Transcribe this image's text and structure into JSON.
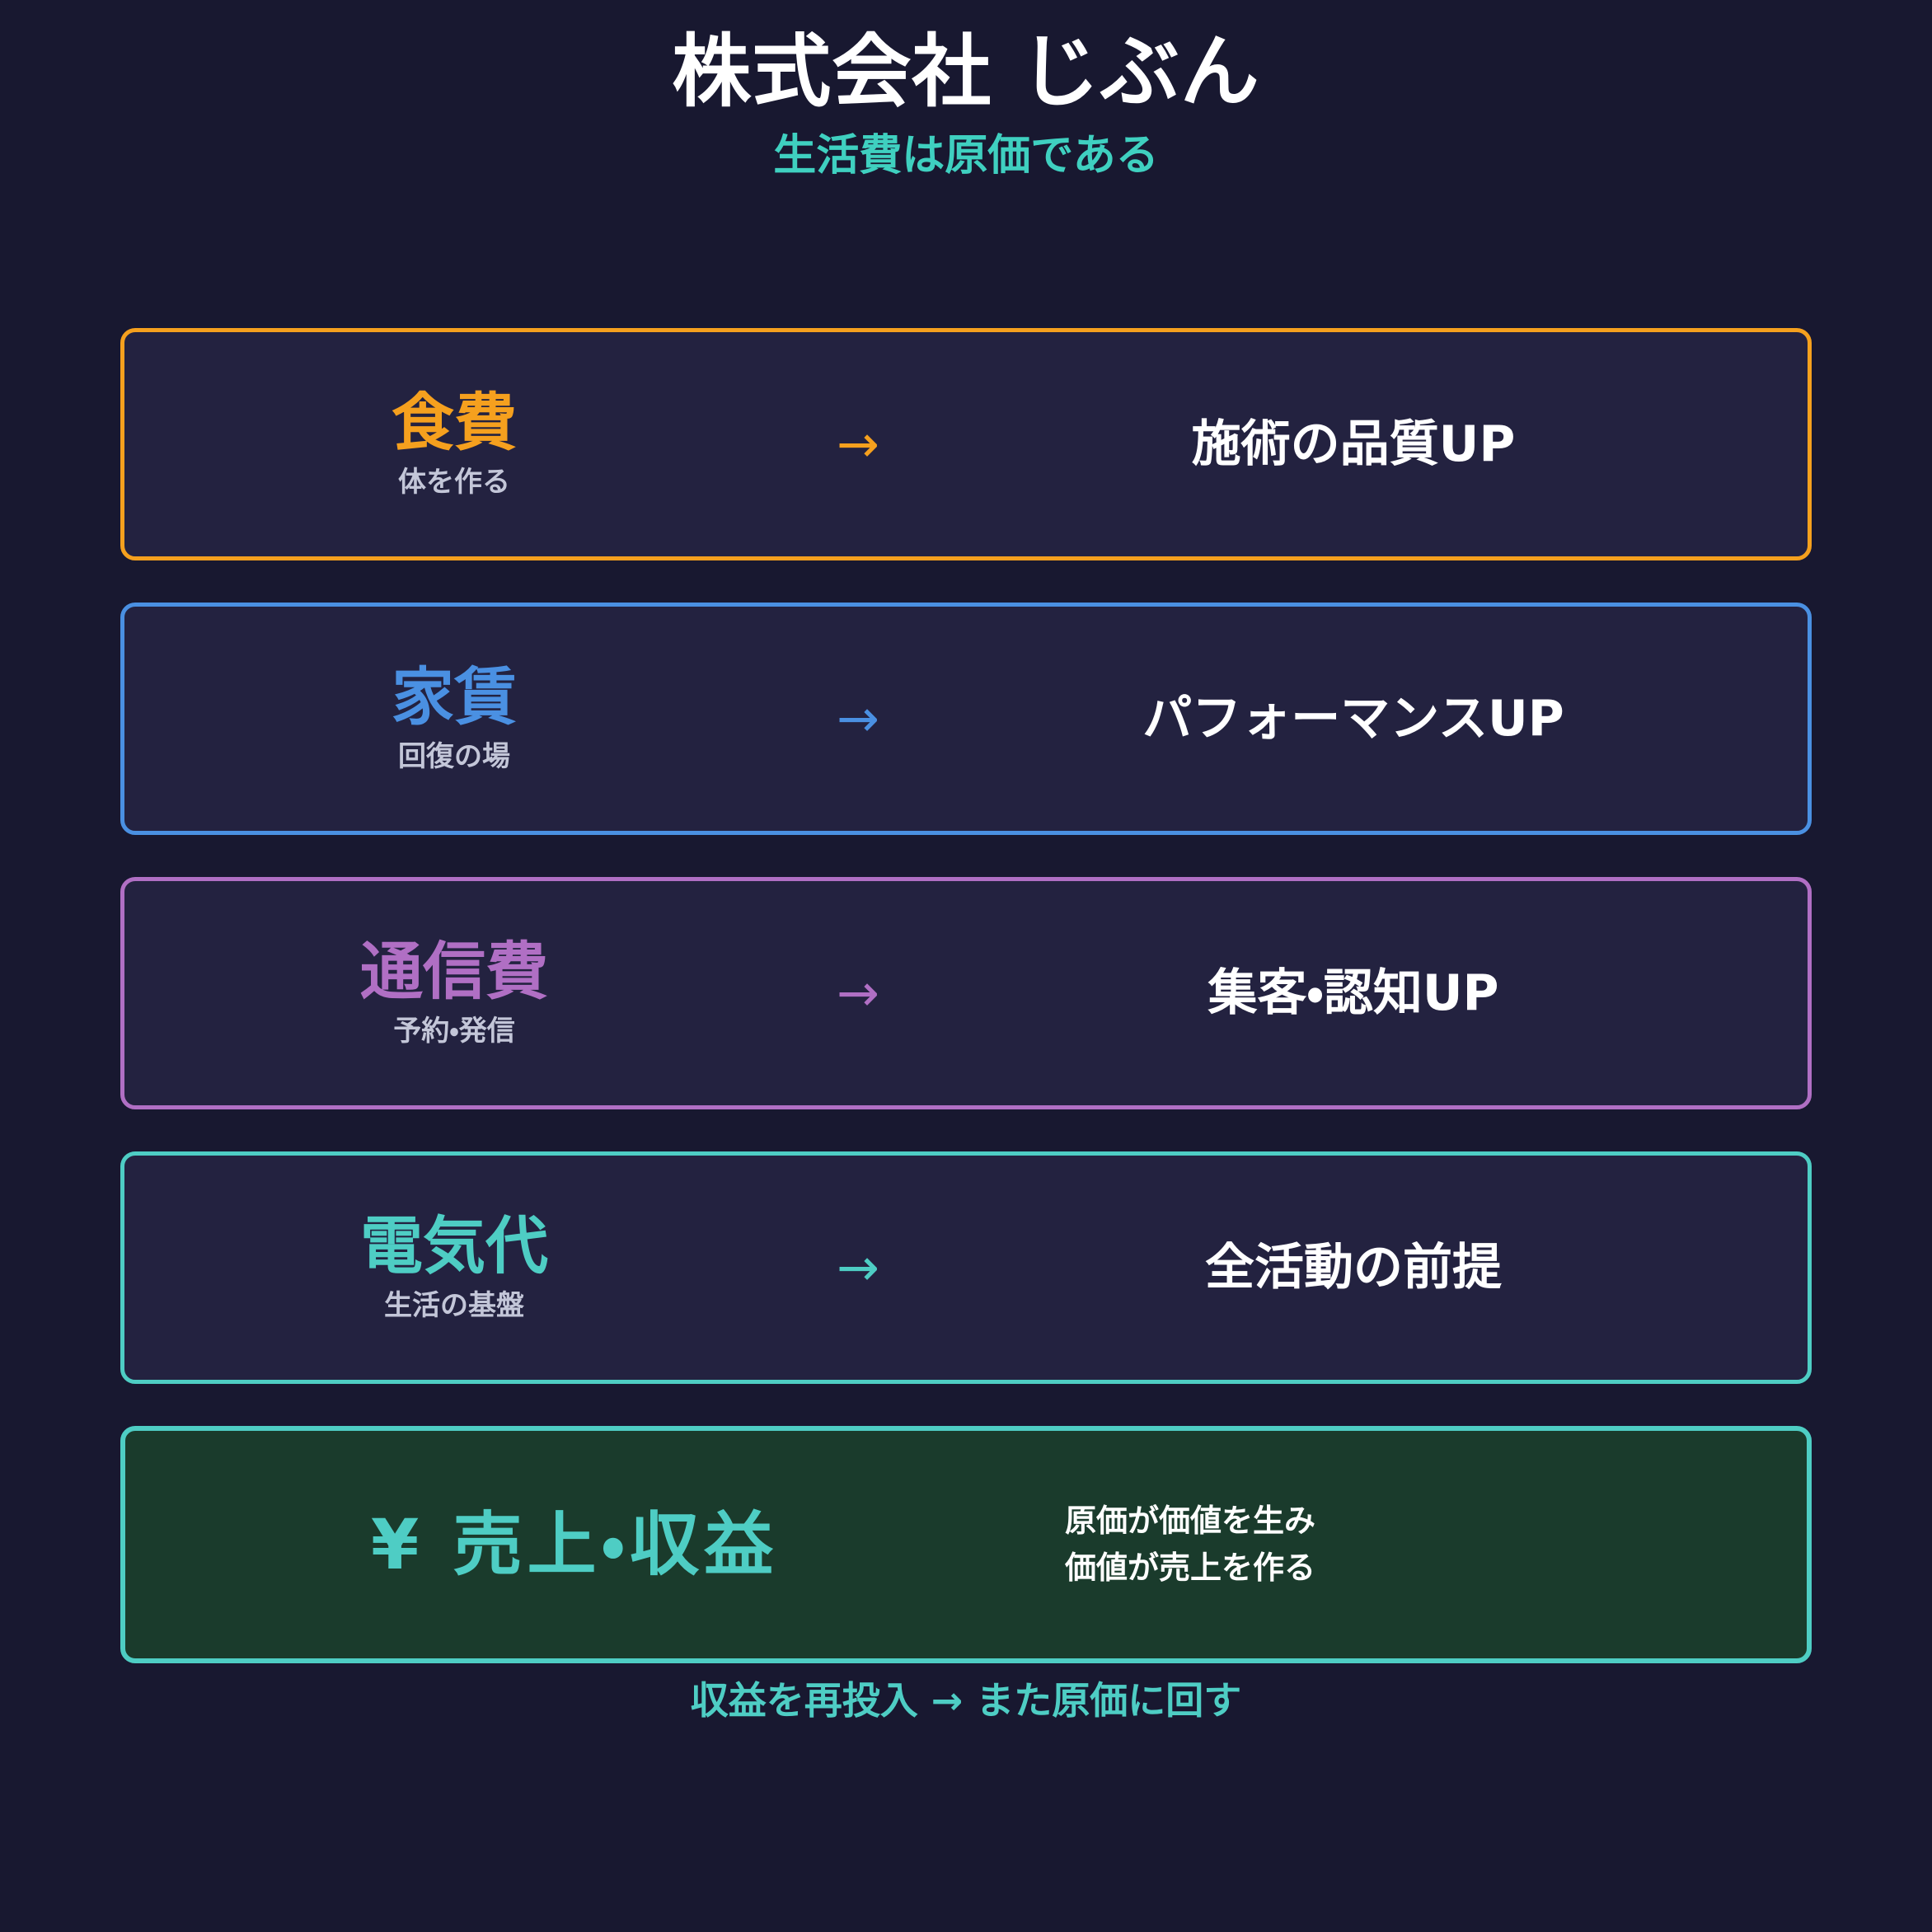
{
  "header": {
    "title": "株式会社 じぶん",
    "subtitle": "生活費は原価である",
    "title_color": "#ffffff",
    "subtitle_color": "#3fd0c0"
  },
  "theme": {
    "background": "#181830",
    "card_background": "#232240",
    "revenue_background": "#1a3b2c",
    "effect_text_color": "#ffffff",
    "sub_text_color": "#c3c6d8"
  },
  "cards": [
    {
      "cost_label": "食費",
      "cost_sub": "体を作る",
      "arrow": "→",
      "effect": "施術の品質UP",
      "color": "#f5a01e"
    },
    {
      "cost_label": "家賃",
      "cost_sub": "回復の場",
      "arrow": "→",
      "effect": "パフォーマンスUP",
      "color": "#4a90e2"
    },
    {
      "cost_label": "通信費",
      "cost_sub": "予約・発信",
      "arrow": "→",
      "effect": "集客・認知UP",
      "color": "#a濃"
    },
    {
      "cost_label": "電気代",
      "cost_sub": "生活の基盤",
      "arrow": "→",
      "effect": "全活動の前提",
      "color": "#4ecdc4"
    }
  ],
  "revenue": {
    "label": "¥ 売上・収益",
    "note_line1": "原価が価値を生み",
    "note_line2": "価値が売上を作る",
    "border_color": "#4ecdc4",
    "label_color": "#4ecdc4"
  },
  "footer": {
    "text": "収益を再投入 → また原価に回す",
    "color": "#4ecdc4"
  }
}
